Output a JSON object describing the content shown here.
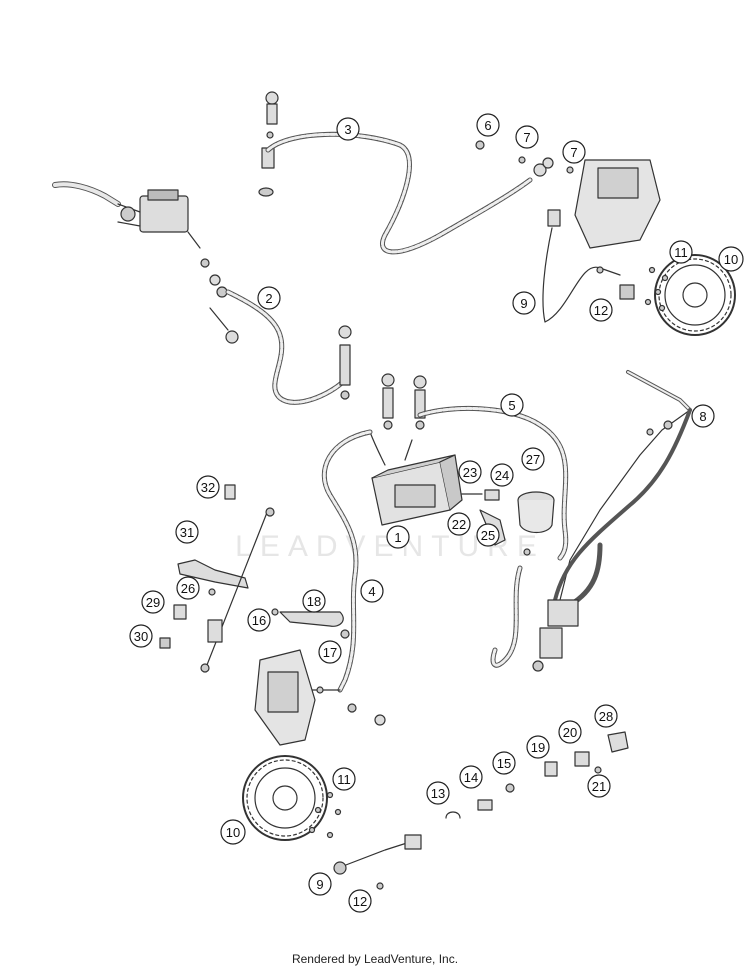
{
  "watermark": "LEADVENTURE",
  "footer": "Rendered by LeadVenture, Inc.",
  "callouts": [
    {
      "id": "c1",
      "label": "1"
    },
    {
      "id": "c2",
      "label": "2"
    },
    {
      "id": "c3",
      "label": "3"
    },
    {
      "id": "c4",
      "label": "4"
    },
    {
      "id": "c5",
      "label": "5"
    },
    {
      "id": "c6",
      "label": "6"
    },
    {
      "id": "c7a",
      "label": "7"
    },
    {
      "id": "c7b",
      "label": "7"
    },
    {
      "id": "c8",
      "label": "8"
    },
    {
      "id": "c9a",
      "label": "9"
    },
    {
      "id": "c9b",
      "label": "9"
    },
    {
      "id": "c10a",
      "label": "10"
    },
    {
      "id": "c10b",
      "label": "10"
    },
    {
      "id": "c11a",
      "label": "11"
    },
    {
      "id": "c11b",
      "label": "11"
    },
    {
      "id": "c12a",
      "label": "12"
    },
    {
      "id": "c12b",
      "label": "12"
    },
    {
      "id": "c13",
      "label": "13"
    },
    {
      "id": "c14",
      "label": "14"
    },
    {
      "id": "c15",
      "label": "15"
    },
    {
      "id": "c16",
      "label": "16"
    },
    {
      "id": "c17",
      "label": "17"
    },
    {
      "id": "c18",
      "label": "18"
    },
    {
      "id": "c19",
      "label": "19"
    },
    {
      "id": "c20",
      "label": "20"
    },
    {
      "id": "c21",
      "label": "21"
    },
    {
      "id": "c22",
      "label": "22"
    },
    {
      "id": "c23",
      "label": "23"
    },
    {
      "id": "c24",
      "label": "24"
    },
    {
      "id": "c25",
      "label": "25"
    },
    {
      "id": "c26",
      "label": "26"
    },
    {
      "id": "c27",
      "label": "27"
    },
    {
      "id": "c28",
      "label": "28"
    },
    {
      "id": "c29",
      "label": "29"
    },
    {
      "id": "c30",
      "label": "30"
    },
    {
      "id": "c31",
      "label": "31"
    },
    {
      "id": "c32",
      "label": "32"
    }
  ]
}
